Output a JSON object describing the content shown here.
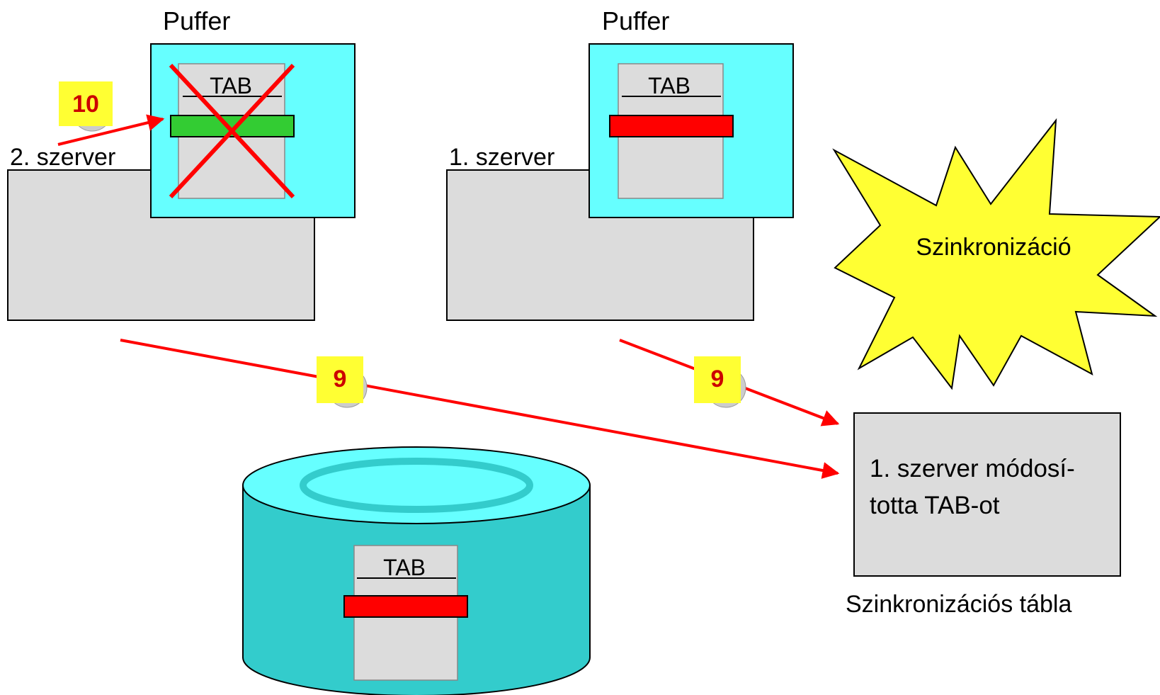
{
  "server2": {
    "label": "2. szerver",
    "buffer_label": "Puffer",
    "table_label": "TAB"
  },
  "server1": {
    "label": "1. szerver",
    "buffer_label": "Puffer",
    "table_label": "TAB"
  },
  "database": {
    "table_label": "TAB"
  },
  "sync_burst": {
    "label": "Szinkronizáció"
  },
  "sync_table": {
    "lines": [
      "1. szerver módosí-",
      "totta TAB-ot"
    ],
    "caption": "Szinkronizációs tábla"
  },
  "steps": {
    "invalidate": "10",
    "sync_left": "9",
    "sync_right": "9"
  },
  "colors": {
    "buffer": "#66ffff",
    "server_box": "#dcdcdc",
    "database": "#33cccc",
    "database_top": "#66ffff",
    "table_page": "#dcdcdc",
    "stale_row": "#33cc33",
    "modified_row": "#ff0000",
    "arrow": "#ff0000",
    "burst": "#ffff33",
    "step_badge": "#ffff33",
    "step_text": "#cc0000"
  }
}
